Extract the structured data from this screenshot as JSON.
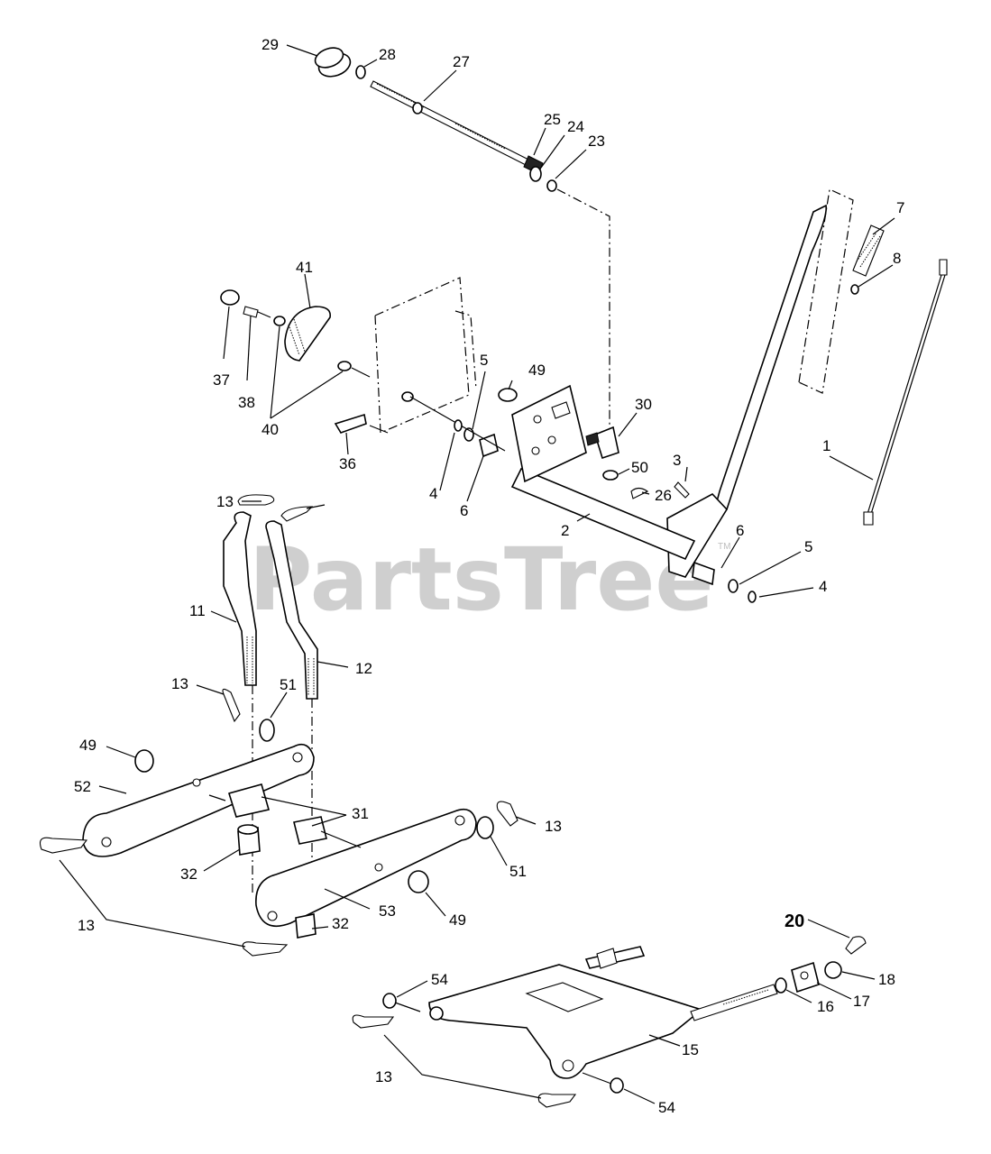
{
  "watermark": "PartsTree",
  "trademark": "TM",
  "callouts": [
    "29",
    "28",
    "27",
    "25",
    "24",
    "23",
    "7",
    "8",
    "41",
    "37",
    "38",
    "40",
    "5",
    "49",
    "30",
    "36",
    "4",
    "6",
    "50",
    "26",
    "3",
    "1",
    "2",
    "13",
    "6",
    "5",
    "4",
    "11",
    "12",
    "13",
    "51",
    "49",
    "52",
    "31",
    "13",
    "32",
    "51",
    "53",
    "49",
    "32",
    "13",
    "20",
    "54",
    "18",
    "17",
    "16",
    "15",
    "13",
    "54"
  ]
}
